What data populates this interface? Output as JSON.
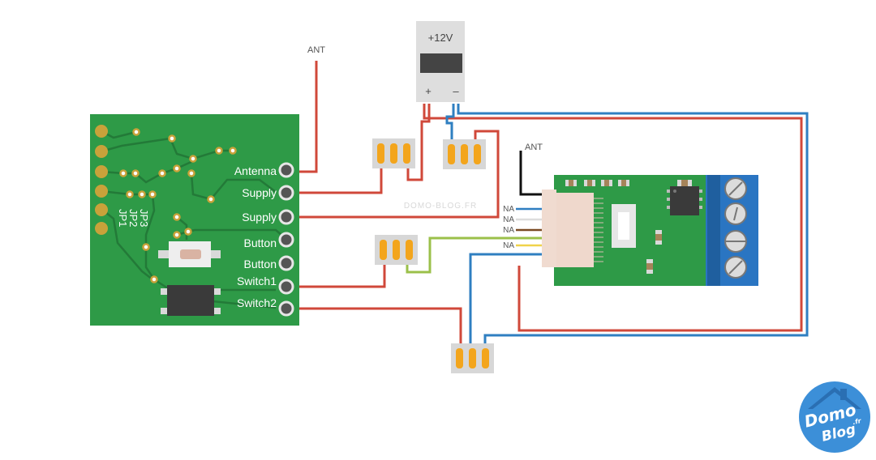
{
  "left_board": {
    "pin_labels": [
      "Antenna",
      "Supply",
      "Supply",
      "Button",
      "Button",
      "Switch1",
      "Switch2"
    ],
    "jumpers": [
      "JP3",
      "JP2",
      "JP1"
    ]
  },
  "power_supply": {
    "label": "+12V",
    "plus": "+",
    "minus": "–"
  },
  "antenna_labels": [
    "ANT",
    "ANT"
  ],
  "watermark": "DOMO-BLOG.FR",
  "right_board": {
    "na_labels": [
      "NA",
      "NA",
      "NA",
      "NA"
    ]
  },
  "logo": {
    "line1": "Domo",
    "line2": "Blog",
    "suffix": ".fr"
  },
  "colors": {
    "pcb_green": "#2e9a47",
    "wire_red": "#d0483a",
    "wire_blue": "#2f7fc1",
    "wire_green": "#9bc04a",
    "connector_orange": "#f3a51c",
    "terminal_blue": "#2a75c2",
    "logo_blue": "#3c8fd8"
  }
}
